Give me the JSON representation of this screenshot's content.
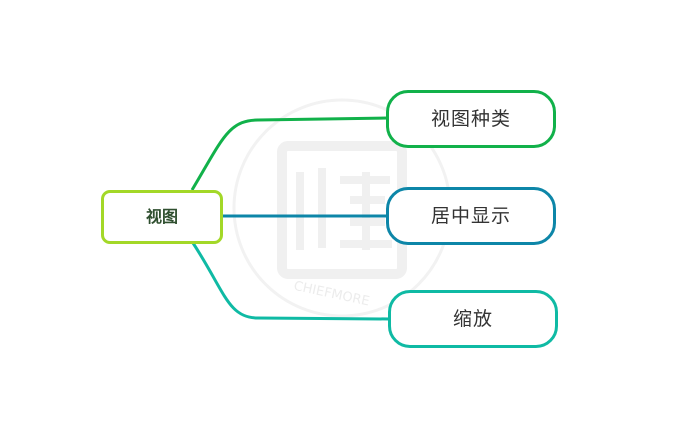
{
  "diagram": {
    "root": {
      "label": "视图",
      "color": "#a3d828"
    },
    "children": [
      {
        "label": "视图种类",
        "color": "#11b14a"
      },
      {
        "label": "居中显示",
        "color": "#0d86a8"
      },
      {
        "label": "缩放",
        "color": "#0fbaa4"
      }
    ]
  },
  "watermark": {
    "text": "CHIEFMORE",
    "color": "#efefef"
  }
}
